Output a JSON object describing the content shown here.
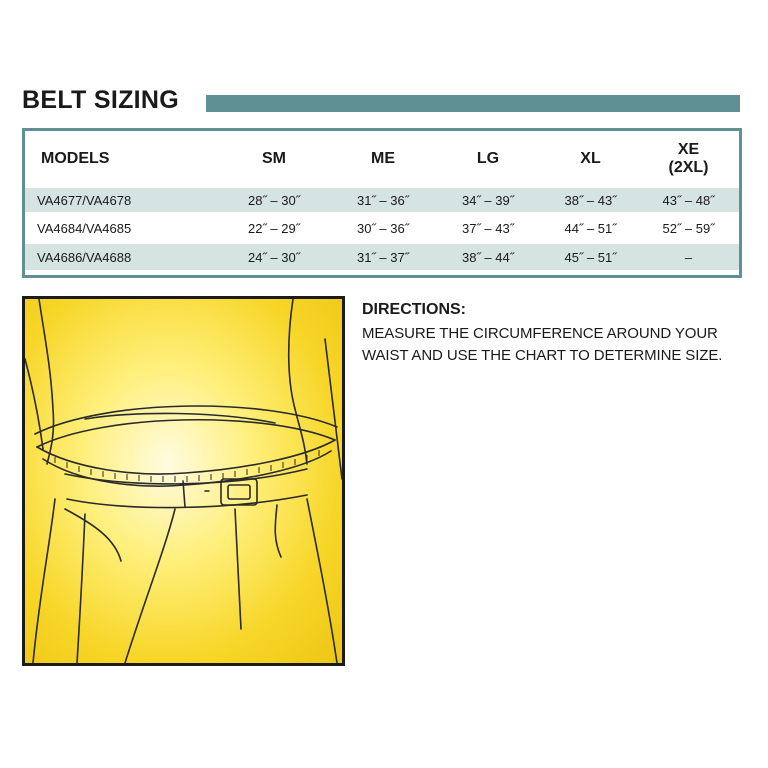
{
  "title": "BELT SIZING",
  "colors": {
    "accent": "#5f9194",
    "row_shade": "#d6e3e3",
    "illustration_bg": "#f7d628"
  },
  "table": {
    "header": {
      "models": "MODELS",
      "sizes": [
        "SM",
        "ME",
        "LG",
        "XL",
        "XE\n(2XL)"
      ]
    },
    "rows": [
      {
        "model": "VA4677/VA4678",
        "values": [
          "28˝ – 30˝",
          "31˝ – 36˝",
          "34˝ – 39˝",
          "38˝ – 43˝",
          "43˝ – 48˝"
        ]
      },
      {
        "model": "VA4684/VA4685",
        "values": [
          "22˝ – 29˝",
          "30˝ – 36˝",
          "37˝ – 43˝",
          "44˝ – 51˝",
          "52˝ – 59˝"
        ]
      },
      {
        "model": "VA4686/VA4688",
        "values": [
          "24˝ – 30˝",
          "31˝ – 37˝",
          "38˝ – 44˝",
          "45˝ – 51˝",
          "–"
        ]
      }
    ]
  },
  "directions": {
    "heading": "DIRECTIONS:",
    "text": "MEASURE THE CIRCUMFERENCE AROUND YOUR WAIST AND USE THE CHART  TO DETERMINE SIZE."
  },
  "illustration": {
    "icon": "waist-measurement-illustration"
  }
}
